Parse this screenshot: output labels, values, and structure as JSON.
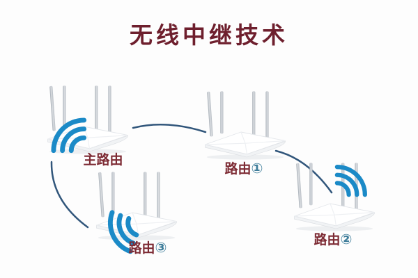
{
  "title": {
    "text": "无线中继技术"
  },
  "colors": {
    "title_maroon": "#6e1f2d",
    "label_maroon": "#7d2b34",
    "number_teal": "#3e7d9a",
    "wifi_blue": "#1b8ac7",
    "link_navy": "#31567b"
  },
  "devices": [
    {
      "id": "main-router",
      "label": "主路由",
      "number": ""
    },
    {
      "id": "router-1",
      "label": "路由",
      "number": "①"
    },
    {
      "id": "router-2",
      "label": "路由",
      "number": "②"
    },
    {
      "id": "router-3",
      "label": "路由",
      "number": "③"
    }
  ],
  "links": [
    {
      "from": "main-router",
      "to": "router-1"
    },
    {
      "from": "router-1",
      "to": "router-2"
    },
    {
      "from": "main-router",
      "to": "router-3"
    }
  ],
  "icons": {
    "wifi": "wifi-signal-icon"
  }
}
